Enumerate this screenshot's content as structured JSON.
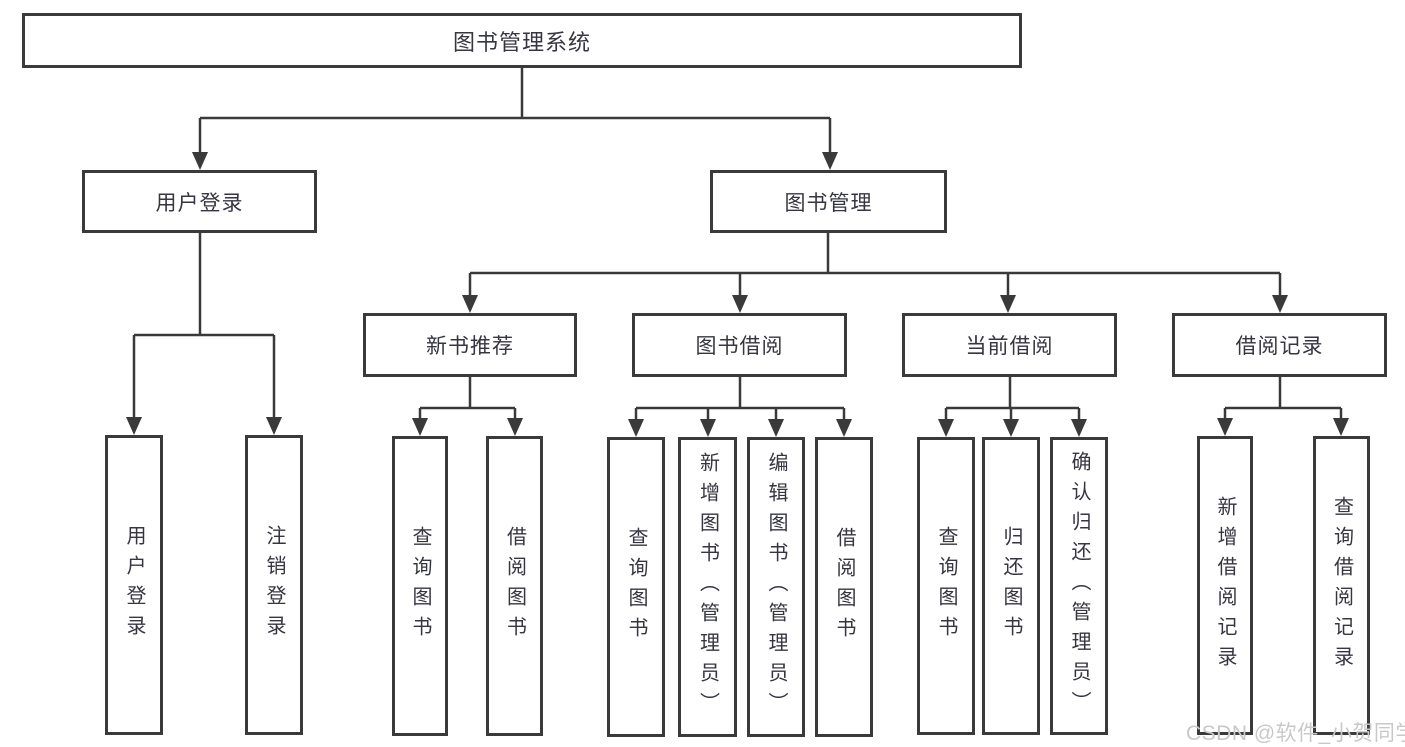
{
  "diagram": {
    "root": {
      "label": "图书管理系统"
    },
    "branches": [
      {
        "label": "用户登录",
        "children": [
          {
            "label": "用户登录"
          },
          {
            "label": "注销登录"
          }
        ]
      },
      {
        "label": "图书管理",
        "children": [
          {
            "label": "新书推荐",
            "children": [
              {
                "label": "查询图书"
              },
              {
                "label": "借阅图书"
              }
            ]
          },
          {
            "label": "图书借阅",
            "children": [
              {
                "label": "查询图书"
              },
              {
                "label": "新增图书（管理员）"
              },
              {
                "label": "编辑图书（管理员）"
              },
              {
                "label": "借阅图书"
              }
            ]
          },
          {
            "label": "当前借阅",
            "children": [
              {
                "label": "查询图书"
              },
              {
                "label": "归还图书"
              },
              {
                "label": "确认归还（管理员）"
              }
            ]
          },
          {
            "label": "借阅记录",
            "children": [
              {
                "label": "新增借阅记录"
              },
              {
                "label": "查询借阅记录"
              }
            ]
          }
        ]
      }
    ]
  },
  "watermark": "CSDN @软件_小贺同学",
  "colors": {
    "line": "#3a3a3a",
    "text": "#363640",
    "watermark": "#c9c9c9",
    "background": "#ffffff"
  }
}
